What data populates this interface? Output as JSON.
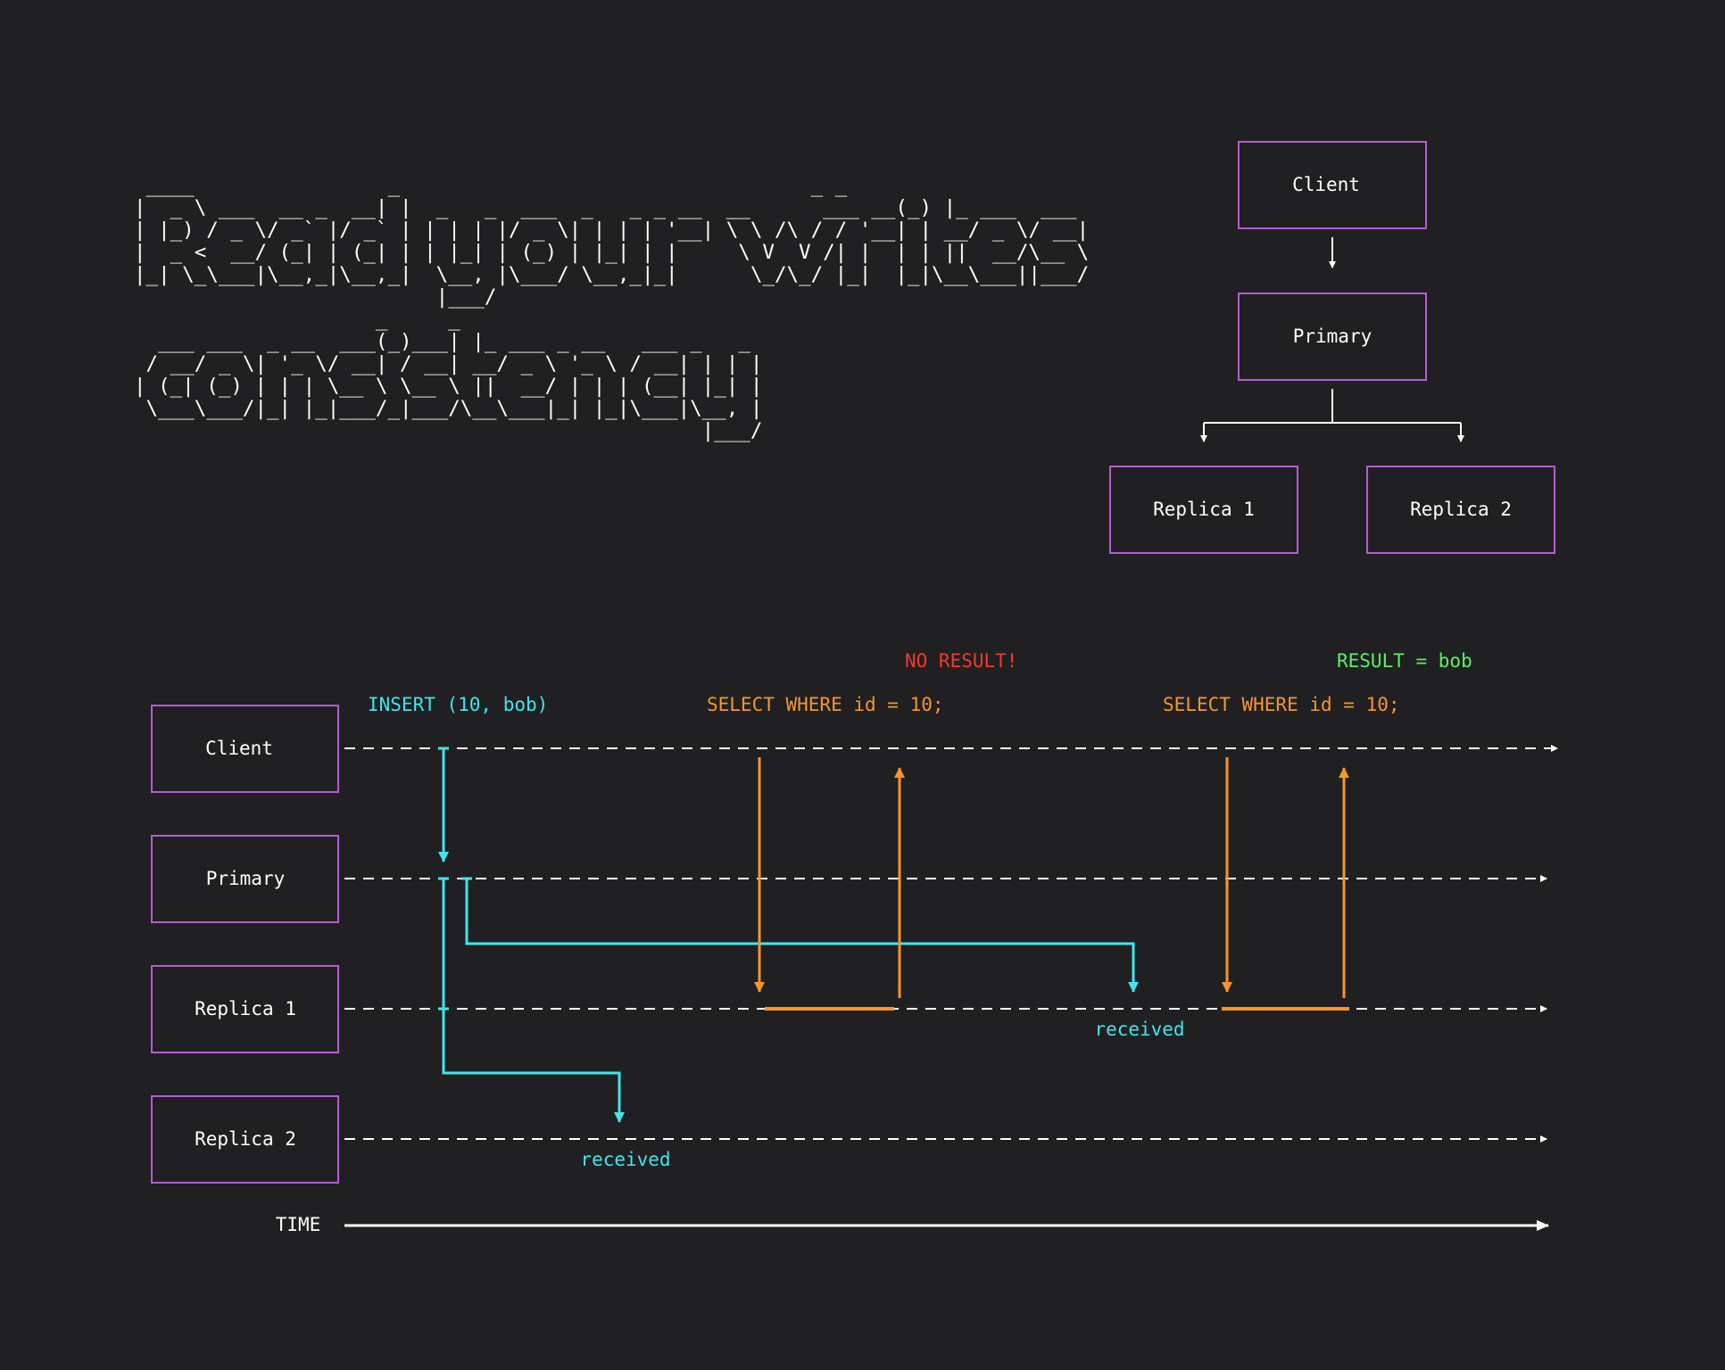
{
  "colors": {
    "background": "#202022",
    "node_border": "#b65ad6",
    "text": "#ffffff",
    "write": "#3fe6ee",
    "read": "#f7962a",
    "error": "#f23a2c",
    "success": "#5af063"
  },
  "title_lines": [
    " ____                _                                  _ _",
    "|  _ \\ ___  __ _  __| |  _   _  ___  _   _ _ __  __      ___ __(_) |_ ___  ___",
    "| |_) / _ \\/ _` |/ _` | | | | |/ _ \\| | | | '__| \\ \\ /\\ / / '__| | __/ _ \\/ __|",
    "|  _ <  __/ (_| | (_| | | |_| | (_) | |_| | |     \\ V  V /| |  | | ||  __/\\__ \\",
    "|_| \\_\\___|\\__,_|\\__,_|  \\__, |\\___/ \\__,_|_|      \\_/\\_/ |_|  |_|\\__\\___||___/",
    "                         |___/",
    "                    _     _",
    "  ___ ___  _ __  ___(_)___| |_ ___ _ __   ___ _   _",
    " / __/ _ \\| '_ \\/ __| / __| __/ _ \\ '_ \\ / __| | | |",
    "| (_| (_) | | | \\__ \\ \\__ \\ ||  __/ | | | (__| |_| |",
    " \\___\\___/|_| |_|___/_|___/\\__\\___|_| |_|\\___|\\__, |",
    "                                               |___/"
  ],
  "topology": {
    "client": "Client",
    "primary": "Primary",
    "replica1": "Replica 1",
    "replica2": "Replica 2"
  },
  "timeline": {
    "lanes": [
      "Client",
      "Primary",
      "Replica 1",
      "Replica 2"
    ],
    "time_label": "TIME",
    "insert_label": "INSERT (10, bob)",
    "select_label_1": "SELECT WHERE id = 10;",
    "select_label_2": "SELECT WHERE id = 10;",
    "no_result_label": "NO RESULT!",
    "result_label": "RESULT = bob",
    "received_replica1": "received",
    "received_replica2": "received"
  }
}
